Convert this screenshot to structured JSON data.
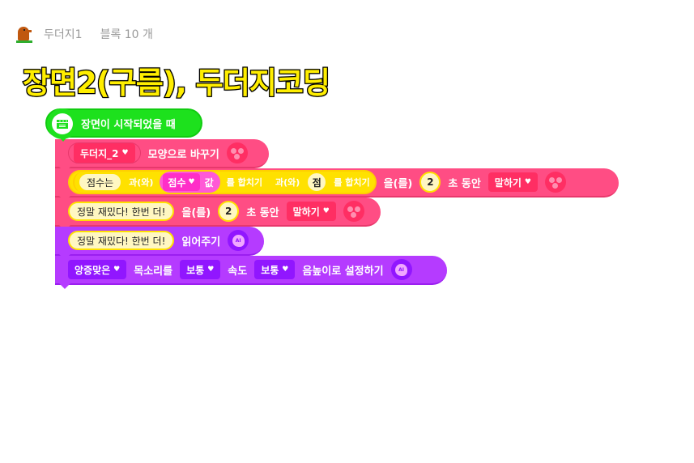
{
  "header": {
    "object_icon": "mole-icon",
    "object_name": "두더지1",
    "block_count": "블록 10 개"
  },
  "title": "장면2(구름), 두더지코딩",
  "colors": {
    "start_block": "#1de11d",
    "looks_block": "#ff4d84",
    "ai_block": "#b53bff",
    "title_fill": "#ffee00"
  },
  "blocks": {
    "start": {
      "label": "장면이 시작되었을 때",
      "icon": "clapperboard-icon"
    },
    "change_shape": {
      "shape_value": "두더지_2",
      "label": "모양으로 바꾸기",
      "icon": "shape-icon"
    },
    "say_combined": {
      "text1": "점수는",
      "join1": "과(와)",
      "var_value": "점수",
      "var_suffix": "값",
      "join1_end": "를 합치기",
      "join2": "과(와)",
      "text2": "점",
      "join2_end": "를 합치기",
      "object_label": "을(를)",
      "seconds": "2",
      "seconds_label": "초 동안",
      "action_value": "말하기",
      "icon": "shape-icon"
    },
    "say_text": {
      "text": "정말 재밌다! 한번 더!",
      "object_label": "을(를)",
      "seconds": "2",
      "seconds_label": "초 동안",
      "action_value": "말하기",
      "icon": "shape-icon"
    },
    "read_aloud": {
      "text": "정말 재밌다! 한번 더!",
      "label": "읽어주기",
      "icon": "ai-icon"
    },
    "set_voice": {
      "voice_value": "앙증맞은",
      "voice_label": "목소리를",
      "speed_value": "보통",
      "speed_label": "속도",
      "pitch_value": "보통",
      "pitch_label": "음높이로 설정하기",
      "icon": "ai-icon"
    }
  }
}
